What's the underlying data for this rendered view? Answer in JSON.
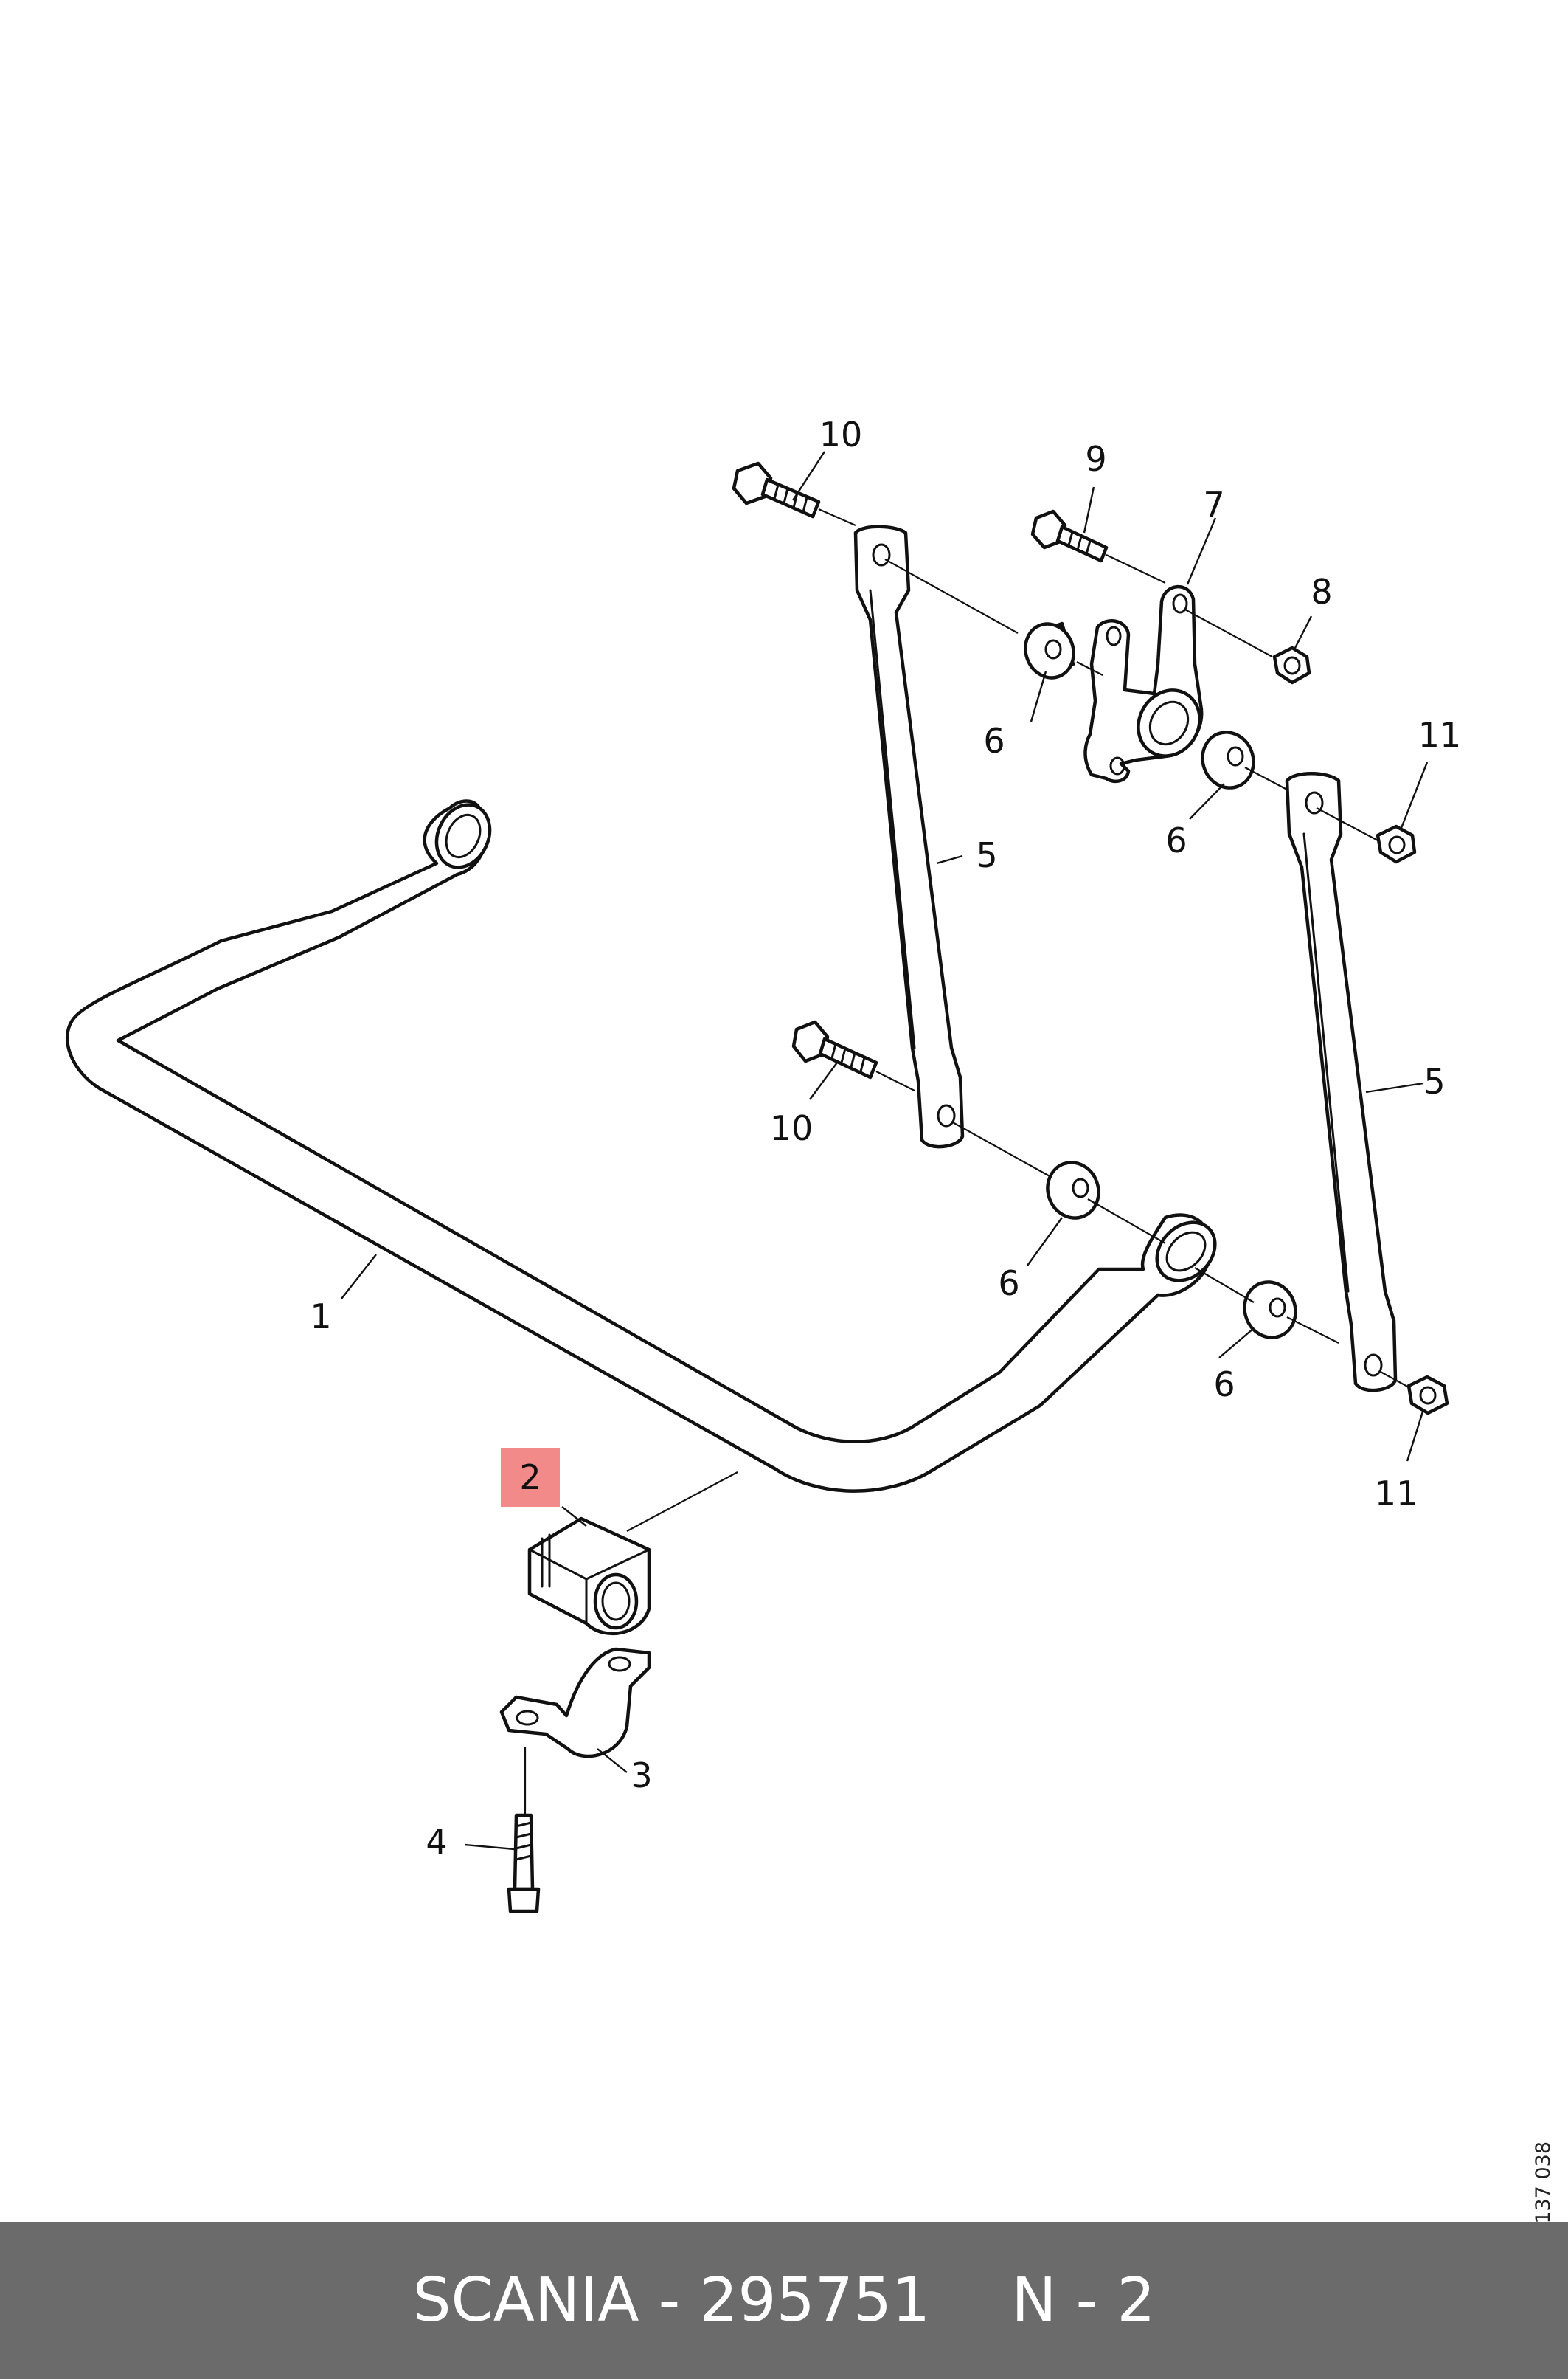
{
  "diagram": {
    "callouts": {
      "c1": "1",
      "c2": "2",
      "c3": "3",
      "c4": "4",
      "c5a": "5",
      "c5b": "5",
      "c6a": "6",
      "c6b": "6",
      "c6c": "6",
      "c6d": "6",
      "c7": "7",
      "c8": "8",
      "c9": "9",
      "c10a": "10",
      "c10b": "10",
      "c11a": "11",
      "c11b": "11"
    },
    "highlighted_callout": "2",
    "highlight_color": "#f28a8a",
    "reference_code": "137 038"
  },
  "footer": {
    "brand_part": "SCANIA - 295751",
    "position": "N - 2",
    "background": "#6b6b6b"
  }
}
